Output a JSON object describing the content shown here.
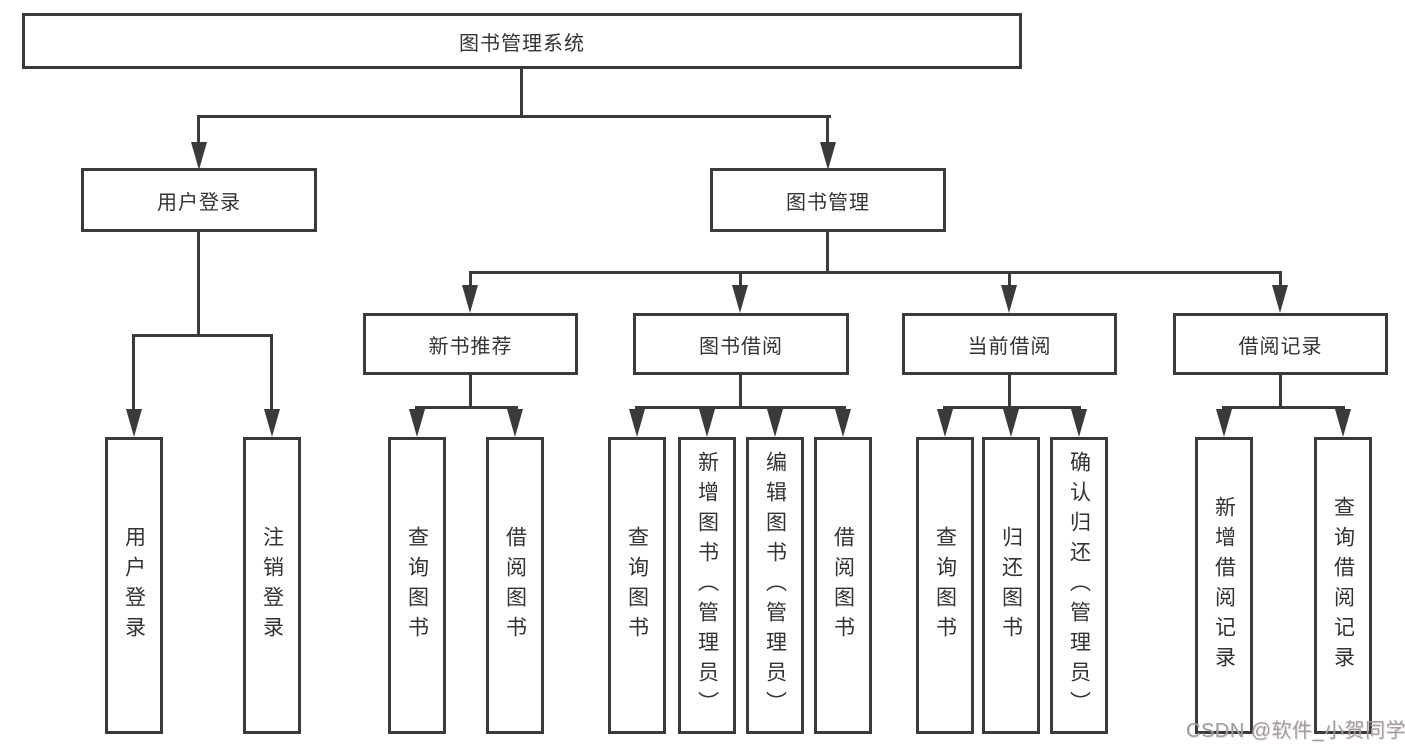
{
  "diagram": {
    "title": "图书管理系统",
    "branches": [
      {
        "id": "user-login",
        "label": "用户登录",
        "children": [
          "用户登录",
          "注销登录"
        ]
      },
      {
        "id": "book-management",
        "label": "图书管理",
        "modules": [
          {
            "id": "new-book-recommend",
            "label": "新书推荐",
            "children": [
              "查询图书",
              "借阅图书"
            ]
          },
          {
            "id": "book-borrow",
            "label": "图书借阅",
            "children": [
              "查询图书",
              "新增图书（管理员）",
              "编辑图书（管理员）",
              "借阅图书"
            ]
          },
          {
            "id": "current-borrow",
            "label": "当前借阅",
            "children": [
              "查询图书",
              "归还图书",
              "确认归还（管理员）"
            ]
          },
          {
            "id": "borrow-record",
            "label": "借阅记录",
            "children": [
              "新增借阅记录",
              "查询借阅记录"
            ]
          }
        ]
      }
    ]
  },
  "watermark": "CSDN @软件_小贺同学",
  "colors": {
    "line": "#3a3a3a",
    "text": "#333333",
    "watermark": "#9d9d9d",
    "background": "#ffffff"
  }
}
